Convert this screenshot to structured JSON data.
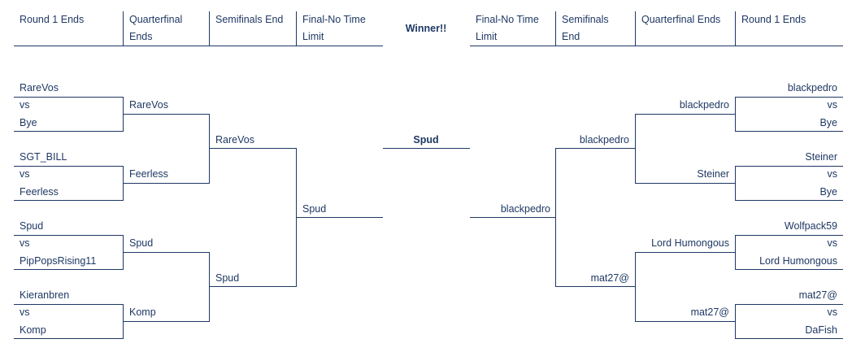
{
  "headers": {
    "left": [
      "Round 1 Ends",
      "Quarterfinal Ends",
      "Semifinals End",
      "Final-No Time Limit"
    ],
    "winner": "Winner!!",
    "right": [
      "Final-No Time Limit",
      "Semifinals End",
      "Quarterfinal Ends",
      "Round 1 Ends"
    ]
  },
  "vs_label": "vs",
  "left": {
    "round1": [
      {
        "a": "RareVos",
        "b": "Bye"
      },
      {
        "a": "SGT_BILL",
        "b": "Feerless"
      },
      {
        "a": "Spud",
        "b": "PipPopsRising11"
      },
      {
        "a": "Kieranbren",
        "b": "Komp"
      }
    ],
    "quarterfinal": [
      "RareVos",
      "Feerless",
      "Spud",
      "Komp"
    ],
    "semifinal": [
      "RareVos",
      "Spud"
    ],
    "final": "Spud"
  },
  "winner": "Spud",
  "right": {
    "round1": [
      {
        "a": "blackpedro",
        "b": "Bye"
      },
      {
        "a": "Steiner",
        "b": "Bye"
      },
      {
        "a": "Wolfpack59",
        "b": "Lord Humongous"
      },
      {
        "a": "mat27@",
        "b": "DaFish"
      }
    ],
    "quarterfinal": [
      "blackpedro",
      "Steiner",
      "Lord Humongous",
      "mat27@"
    ],
    "semifinal": [
      "blackpedro",
      "mat27@"
    ],
    "final": "blackpedro"
  }
}
